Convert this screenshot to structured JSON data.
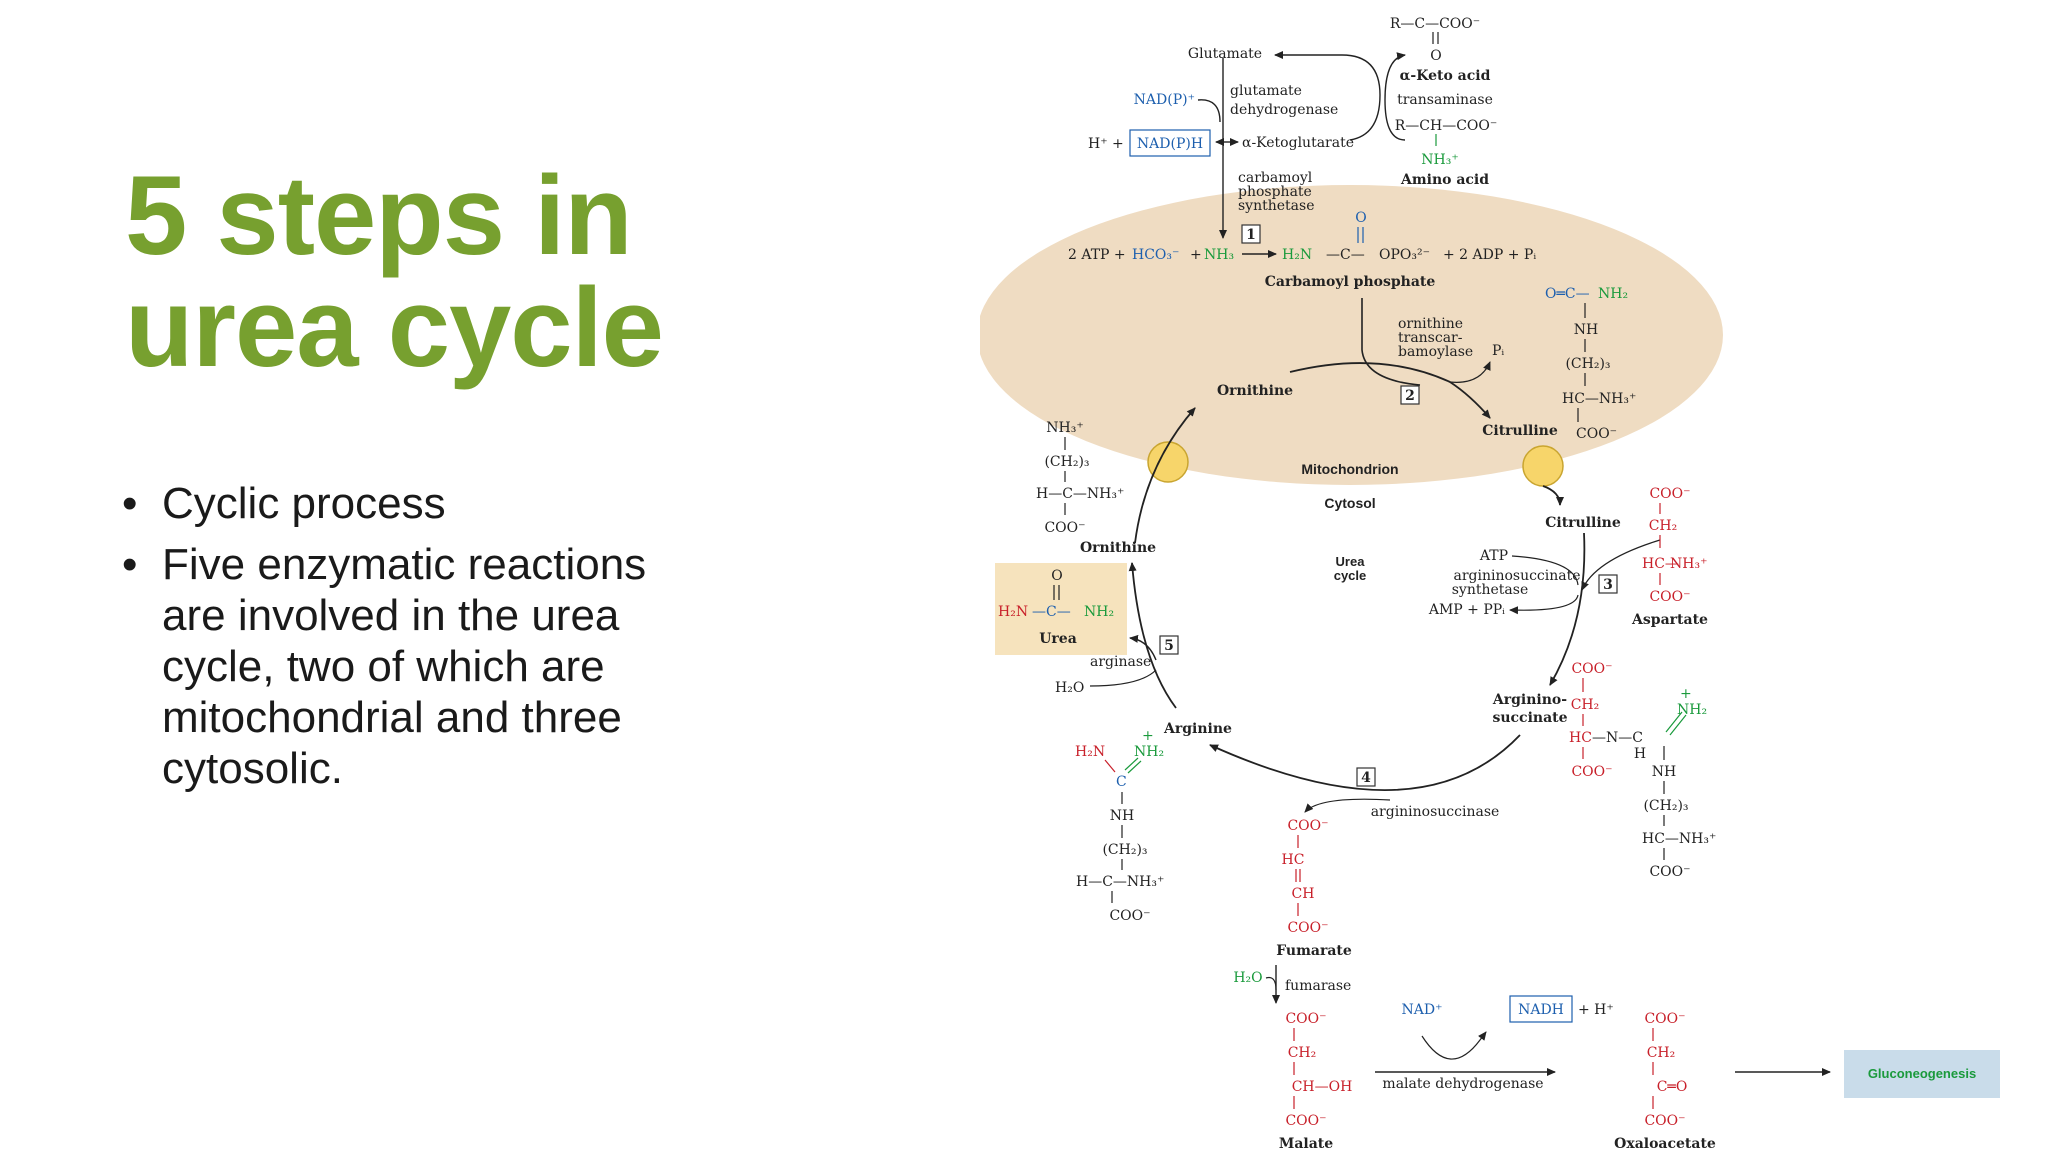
{
  "slide": {
    "title_line1": "5 steps in",
    "title_line2": "urea cycle",
    "bullets": [
      "Cyclic process",
      "Five enzymatic reactions are involved in the urea cycle, two of which are mitochondrial and three cytosolic."
    ]
  },
  "colors": {
    "title": "#77a02f",
    "mito": "#efdcc2",
    "carrier": "#f7d56a",
    "urea_box": "#f6e3bd",
    "gluco_box": "#c9dcea",
    "red": "#c8202a",
    "green": "#1a9a3c",
    "blue": "#1d5fae"
  },
  "diagram": {
    "compartments": {
      "mito": "Mitochondrion",
      "cyto": "Cytosol",
      "center": [
        "Urea",
        "cycle"
      ]
    },
    "top": {
      "glutamate": "Glutamate",
      "nadp_plus": "NAD(P)⁺",
      "gdh": [
        "glutamate",
        "dehydrogenase"
      ],
      "h_plus": "H⁺ +",
      "nadph": "NAD(P)H",
      "aketoglutarate": "α-Ketoglutarate",
      "keto_acid_top": "R—C—COO⁻",
      "keto_acid_o": "O",
      "keto_acid": "α-Keto acid",
      "transaminase": "transaminase",
      "amino_acid_top": "R—CH—COO⁻",
      "amino_acid_nh3": "NH₃⁺",
      "amino_acid": "Amino acid",
      "cps": [
        "carbamoyl",
        "phosphate",
        "synthetase"
      ]
    },
    "step1": {
      "num": "1",
      "atp": "2 ATP +",
      "hco3": "HCO₃⁻",
      "plus1": "+",
      "nh3": "NH₃",
      "h2n": "H₂N",
      "c": "—C—",
      "opo": "OPO₃²⁻",
      "o": "O",
      "products": "+ 2 ADP + Pᵢ",
      "name": "Carbamoyl phosphate"
    },
    "step2": {
      "num": "2",
      "enzyme": [
        "ornithine",
        "transcar-",
        "bamoylase"
      ],
      "pi": "Pᵢ",
      "ornithine": "Ornithine",
      "citrulline": "Citrulline"
    },
    "citrulline_struct": {
      "o_c": "O═C—",
      "nh2": "NH₂",
      "lines": [
        "NH",
        "(CH₂)₃",
        "HC—NH₃⁺"
      ],
      "coo": "COO⁻"
    },
    "ornithine_struct": {
      "lines": [
        "NH₃⁺",
        "(CH₂)₃",
        "H—C—NH₃⁺",
        "COO⁻"
      ],
      "name": "Ornithine"
    },
    "step3": {
      "num": "3",
      "citrulline": "Citrulline",
      "atp": "ATP",
      "enzyme": [
        "argininosuccinate",
        "synthetase"
      ],
      "amp": "AMP + PPᵢ",
      "aspartate": "Aspartate",
      "asp_lines": [
        "COO⁻",
        "CH₂",
        "HC—",
        "COO⁻"
      ],
      "asp_nh3": "NH₃⁺"
    },
    "argsucc": {
      "name": [
        "Arginino-",
        "succinate"
      ],
      "red_lines": [
        "COO⁻",
        "CH₂",
        "HC",
        "COO⁻"
      ],
      "nc": "—N—C",
      "h": "H",
      "nh2": "NH₂",
      "plus": "+",
      "black_lines": [
        "NH",
        "(CH₂)₃",
        "HC—NH₃⁺",
        "COO⁻"
      ]
    },
    "step4": {
      "num": "4",
      "enzyme": "argininosuccinase"
    },
    "fumarate": {
      "lines": [
        "COO⁻",
        "HC",
        "CH",
        "COO⁻"
      ],
      "name": "Fumarate",
      "h2o": "H₂O",
      "fumarase": "fumarase"
    },
    "arginine": {
      "name": "Arginine",
      "h2n": "H₂N",
      "nh2": "NH₂",
      "plus": "+",
      "c": "C",
      "lines": [
        "NH",
        "(CH₂)₃",
        "H—C—NH₃⁺",
        "COO⁻"
      ]
    },
    "step5": {
      "num": "5",
      "arginase": "arginase",
      "h2o": "H₂O",
      "urea": "Urea",
      "h2n": "H₂N",
      "c": "—C—",
      "nh2": "NH₂",
      "o": "O"
    },
    "malate": {
      "lines": [
        "COO⁻",
        "CH₂",
        "CH—OH",
        "COO⁻"
      ],
      "name": "Malate"
    },
    "mdh": {
      "nad": "NAD⁺",
      "nadh": "NADH",
      "h": "+ H⁺",
      "enzyme": "malate dehydrogenase"
    },
    "oaa": {
      "lines": [
        "COO⁻",
        "CH₂",
        "C═O",
        "COO⁻"
      ],
      "name": "Oxaloacetate"
    },
    "gluconeogenesis": "Gluconeogenesis"
  }
}
